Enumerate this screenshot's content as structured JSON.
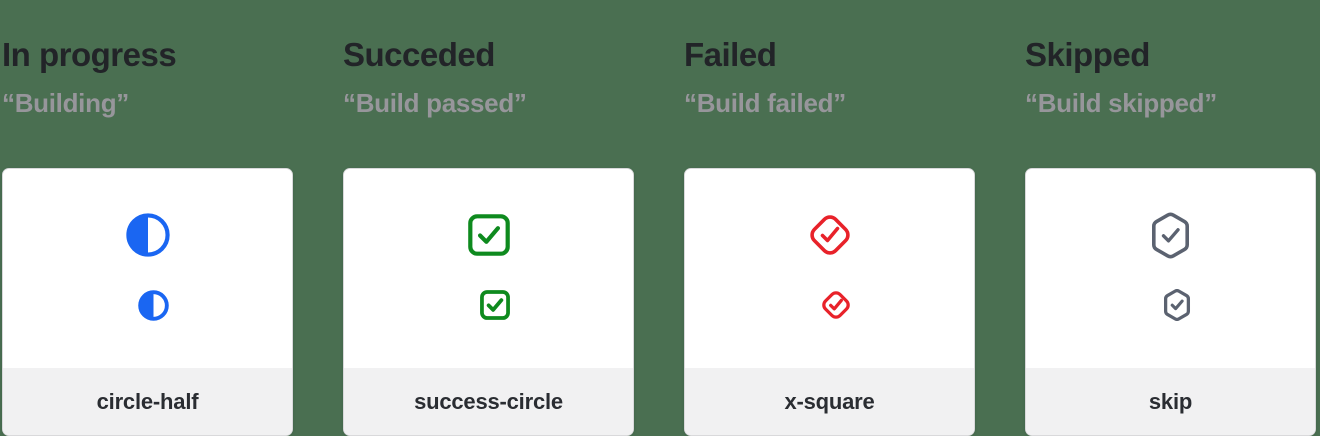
{
  "page": {
    "background_color": "#4A6F51",
    "card_background": "#FFFFFF",
    "card_footer_background": "#F1F1F2"
  },
  "columns": [
    {
      "title": "In progress",
      "subtitle": "“Building”",
      "icon": "circle-half-icon",
      "icon_color": "#1A66F2",
      "label": "circle-half"
    },
    {
      "title": "Succeded",
      "subtitle": "“Build passed”",
      "icon": "check-square-icon",
      "icon_color": "#0E8A1E",
      "label": "success-circle"
    },
    {
      "title": "Failed",
      "subtitle": "“Build failed”",
      "icon": "check-diamond-icon",
      "icon_color": "#E8222A",
      "label": "x-square"
    },
    {
      "title": "Skipped",
      "subtitle": "“Build skipped”",
      "icon": "check-hexagon-icon",
      "icon_color": "#5B6270",
      "label": "skip"
    }
  ]
}
